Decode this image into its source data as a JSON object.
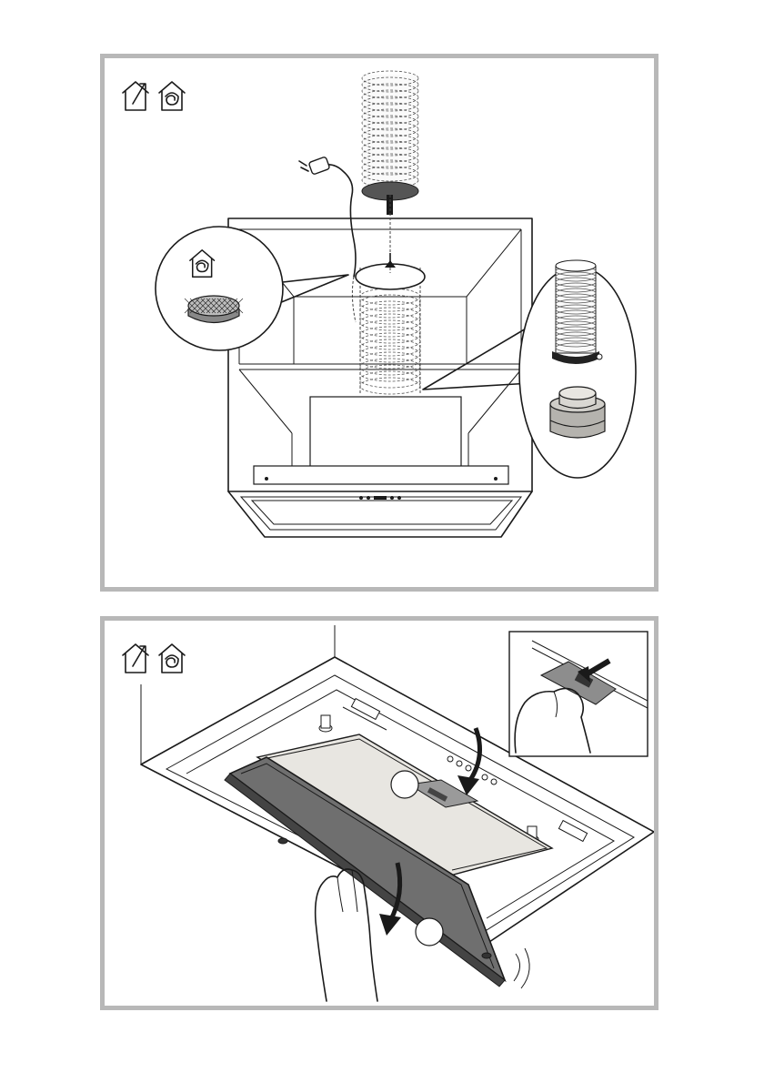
{
  "figures": [
    {
      "id": "top",
      "mode_icons": [
        "ducted-exhaust-icon",
        "recirculation-icon"
      ],
      "details": [
        "recirculation-icon",
        "round-carbon-filter",
        "flexible-duct-with-clamp",
        "duct-adapter-collar"
      ]
    },
    {
      "id": "bottom",
      "mode_icons": [
        "ducted-exhaust-icon",
        "recirculation-icon"
      ],
      "steps": [
        {
          "label": "",
          "description_icon": "step-1-marker"
        },
        {
          "label": "",
          "description_icon": "step-2-marker"
        }
      ],
      "details": [
        "push-latch-detail"
      ]
    }
  ],
  "colors": {
    "frame": "#b8b8b8",
    "line": "#1a1a1a",
    "panel_fill": "#e8e6e1",
    "dark_fill": "#6f6f6f"
  }
}
